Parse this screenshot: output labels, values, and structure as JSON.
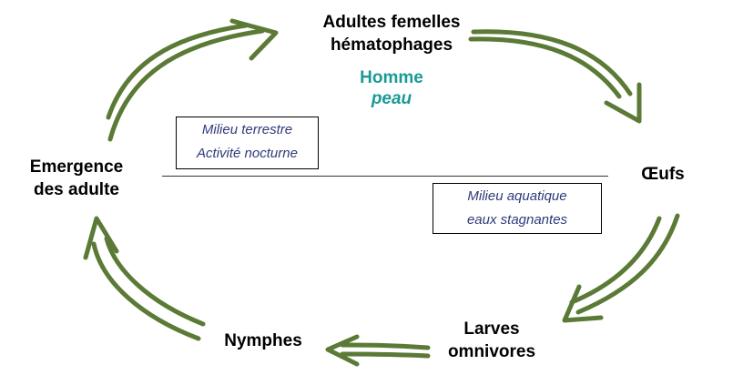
{
  "colors": {
    "arrow": "#5a7a35",
    "host_text": "#1a9a95",
    "env_text": "#2f3a78"
  },
  "icons": [
    "curved-double-line-arrow"
  ],
  "stages": {
    "adults": {
      "line1": "Adultes femelles",
      "line2": "hématophages"
    },
    "eggs": {
      "label": "Œufs"
    },
    "larvae": {
      "line1": "Larves",
      "line2": "omnivores"
    },
    "pupae": {
      "label": "Nymphes"
    },
    "emergence": {
      "line1": "Emergence",
      "line2": "des adulte"
    }
  },
  "host": {
    "name": "Homme",
    "site": "peau"
  },
  "environments": {
    "terrestrial": {
      "line1": "Milieu terrestre",
      "line2": "Activité nocturne"
    },
    "aquatic": {
      "line1": "Milieu aquatique",
      "line2": "eaux stagnantes"
    }
  }
}
